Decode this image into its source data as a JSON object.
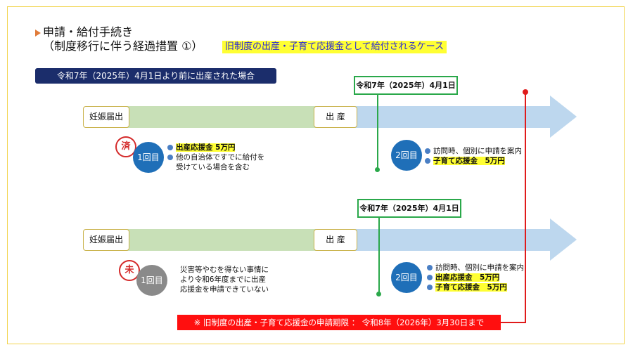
{
  "title": "申請・給付手続き",
  "subtitle": "（制度移行に伴う経過措置 ①）",
  "case_note": "旧制度の出産・子育て応援金として給付されるケース",
  "condition": "令和7年（2025年）4月1日より前に出産された場合",
  "colors": {
    "navy": "#1b2d6b",
    "green": "#2aa84a",
    "red": "#e01b1b",
    "blue": "#1f6fb8",
    "highlight": "#ffff33"
  },
  "rows": [
    {
      "start_label": "妊娠届出",
      "birth_label": "出 産",
      "date_label": "令和7年（2025年）4月1日",
      "status": "済",
      "first": {
        "label": "1回目",
        "items": [
          "出産応援金 5万円",
          "他の自治体ですでに給付を",
          "受けている場合を含む"
        ]
      },
      "second": {
        "label": "2回目",
        "items": [
          "訪問時、個別に申請を案内",
          "子育て応援金　5万円"
        ]
      }
    },
    {
      "start_label": "妊娠届出",
      "birth_label": "出 産",
      "date_label": "令和7年（2025年）4月1日",
      "status": "未",
      "first": {
        "label": "1回目",
        "items": [
          "災害等やむを得ない事情に",
          "より令和6年度までに出産",
          "応援金を申請できていない"
        ]
      },
      "second": {
        "label": "2回目",
        "items": [
          "訪問時、個別に申請を案内",
          "出産応援金　5万円",
          "子育て応援金　5万円"
        ]
      }
    }
  ],
  "deadline": "※ 旧制度の出産・子育て応援金の申請期限 ： 令和8年（2026年）3月30日まで"
}
